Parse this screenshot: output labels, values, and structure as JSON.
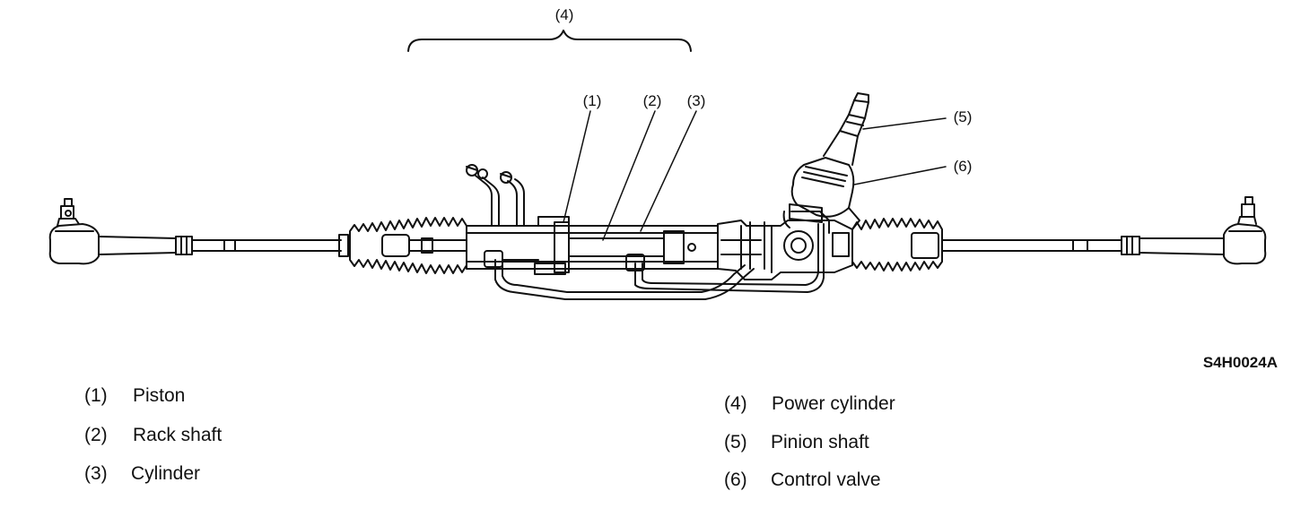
{
  "callouts": {
    "c1": "(1)",
    "c2": "(2)",
    "c3": "(3)",
    "c4": "(4)",
    "c5": "(5)",
    "c6": "(6)"
  },
  "figure_code": "S4H0024A",
  "legend": [
    {
      "num": "(1)",
      "label": "Piston"
    },
    {
      "num": "(2)",
      "label": "Rack shaft"
    },
    {
      "num": "(3)",
      "label": "Cylinder"
    },
    {
      "num": "(4)",
      "label": "Power cylinder"
    },
    {
      "num": "(5)",
      "label": "Pinion shaft"
    },
    {
      "num": "(6)",
      "label": "Control valve"
    }
  ]
}
